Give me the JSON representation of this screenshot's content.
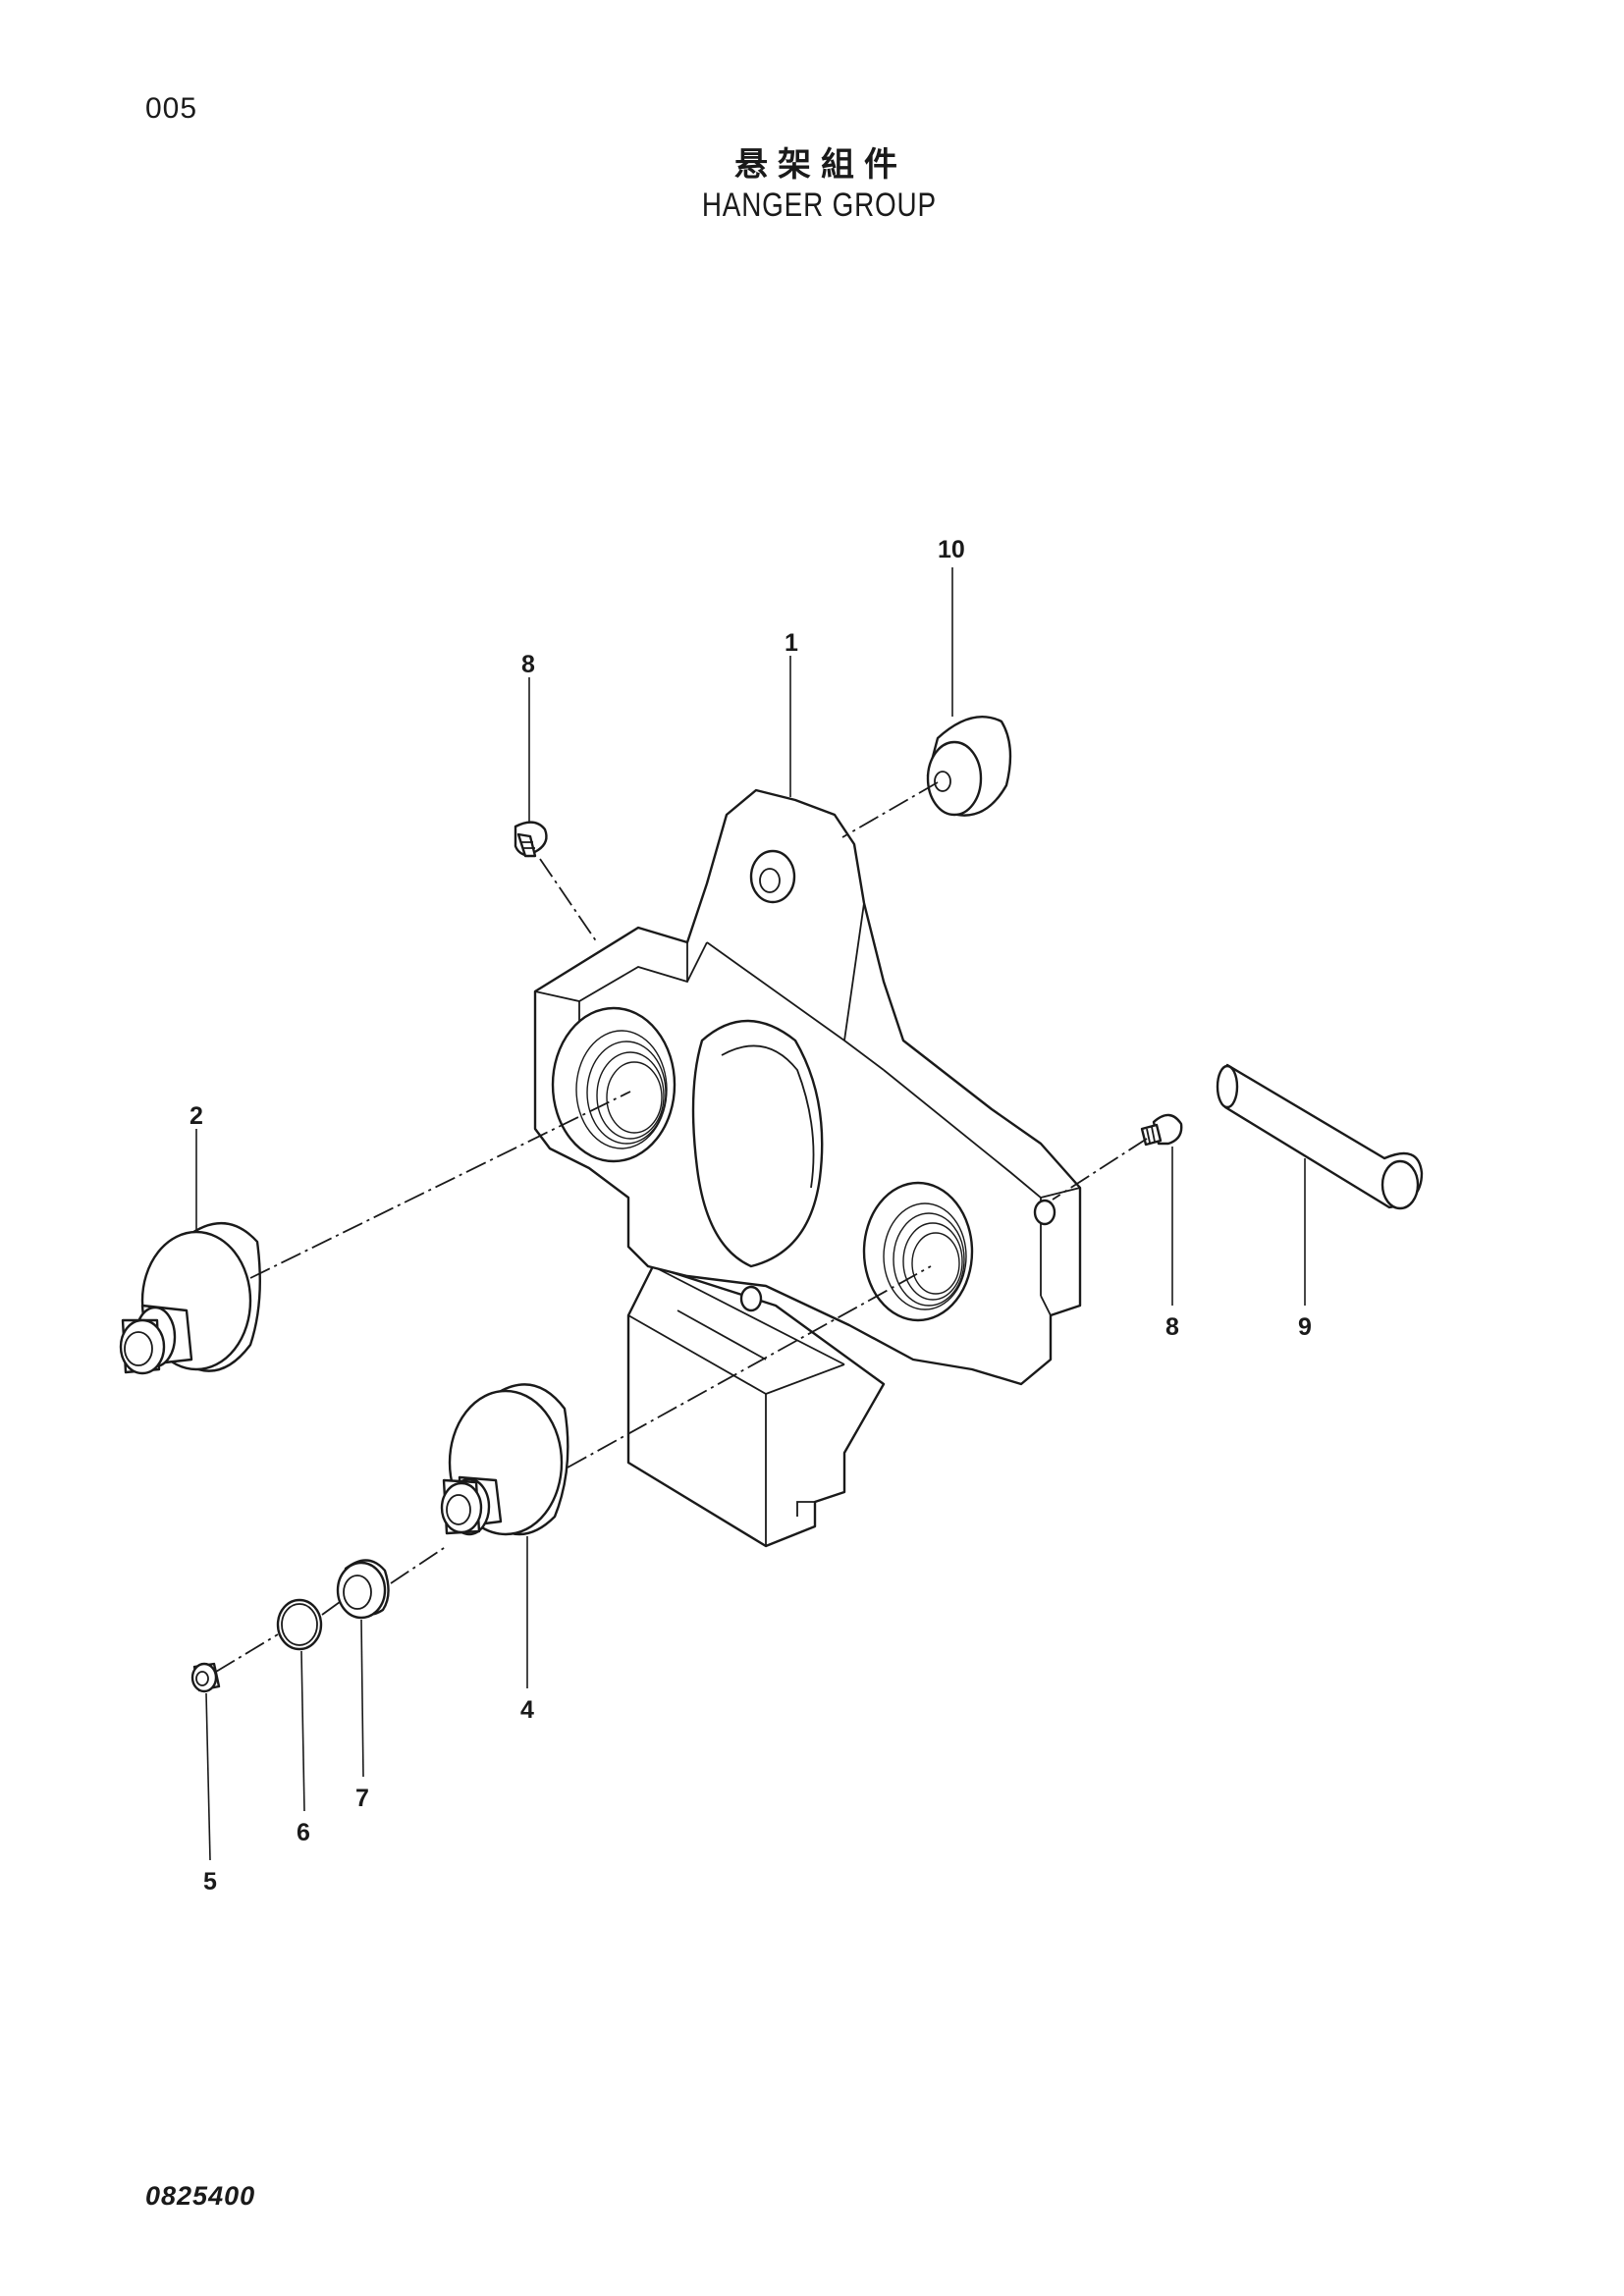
{
  "header": {
    "page_number": "005",
    "title_cn": "悬架組件",
    "title_en": "HANGER GROUP"
  },
  "footer": {
    "drawing_code": "0825400"
  },
  "callouts": {
    "part_1": "1",
    "part_2": "2",
    "part_4": "4",
    "part_5": "5",
    "part_6": "6",
    "part_7": "7",
    "part_8_top": "8",
    "part_8_right": "8",
    "part_9": "9",
    "part_10": "10"
  }
}
